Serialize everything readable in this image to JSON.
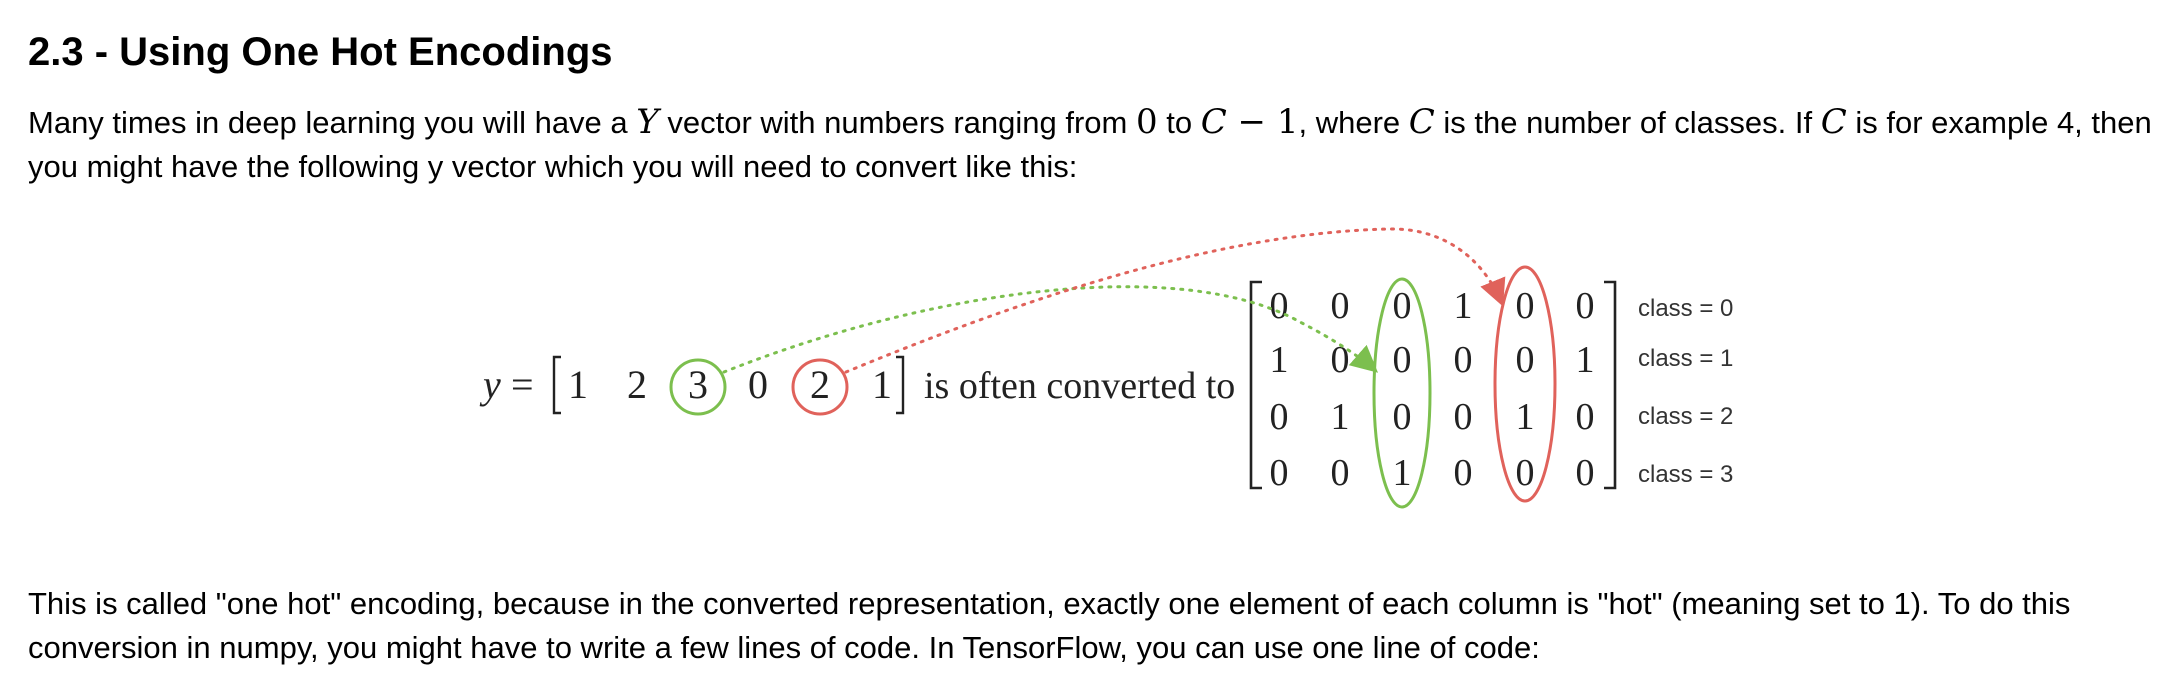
{
  "heading": "2.3 - Using One Hot Encodings",
  "intro": {
    "p1": "Many times in deep learning you will have a ",
    "Y": "Y",
    "p2": " vector with numbers ranging from ",
    "zero": "0",
    "p3": " to ",
    "C1": "C",
    "minus": " − 1",
    "p4": ", where ",
    "C2": "C",
    "p5": " is the number of classes. If ",
    "C3": "C",
    "p6": " is for example 4, then",
    "line2": "you might have the following y vector which you will need to convert like this:"
  },
  "figure": {
    "y_label": "y",
    "equals": "=",
    "y_values": [
      "1",
      "2",
      "3",
      "0",
      "2",
      "1"
    ],
    "converted_text": "is often converted to",
    "matrix": [
      [
        "0",
        "0",
        "0",
        "1",
        "0",
        "0"
      ],
      [
        "1",
        "0",
        "0",
        "0",
        "0",
        "1"
      ],
      [
        "0",
        "1",
        "0",
        "0",
        "1",
        "0"
      ],
      [
        "0",
        "0",
        "1",
        "0",
        "0",
        "0"
      ]
    ],
    "class_labels": [
      "class = 0",
      "class = 1",
      "class = 2",
      "class = 3"
    ],
    "colors": {
      "green": "#7cbf4e",
      "red": "#e0625b",
      "text": "#222222",
      "label": "#333333"
    }
  },
  "outro": {
    "line1": "This is called \"one hot\" encoding, because in the converted representation, exactly one element of each column is \"hot\" (meaning set to 1). To do this",
    "line2": "conversion in numpy, you might have to write a few lines of code. In TensorFlow, you can use one line of code:"
  }
}
